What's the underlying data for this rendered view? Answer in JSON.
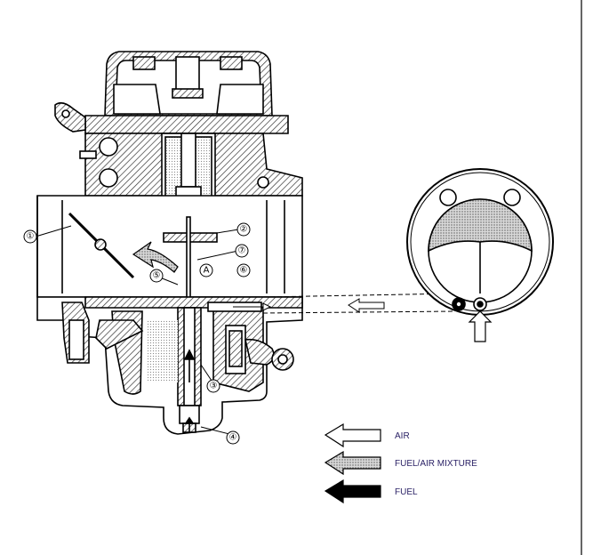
{
  "callouts": {
    "c1": "①",
    "c2": "②",
    "c3": "③",
    "c4": "④",
    "c5": "⑤",
    "c6": "⑥",
    "c7": "⑦",
    "cA": "A"
  },
  "legend": {
    "air": "AIR",
    "mixture": "FUEL/AIR MIXTURE",
    "fuel": "FUEL"
  },
  "colors": {
    "line": "#000000",
    "legend_text": "#2b2266",
    "hatch": "#555555",
    "stipple": "#9a9a9a"
  }
}
